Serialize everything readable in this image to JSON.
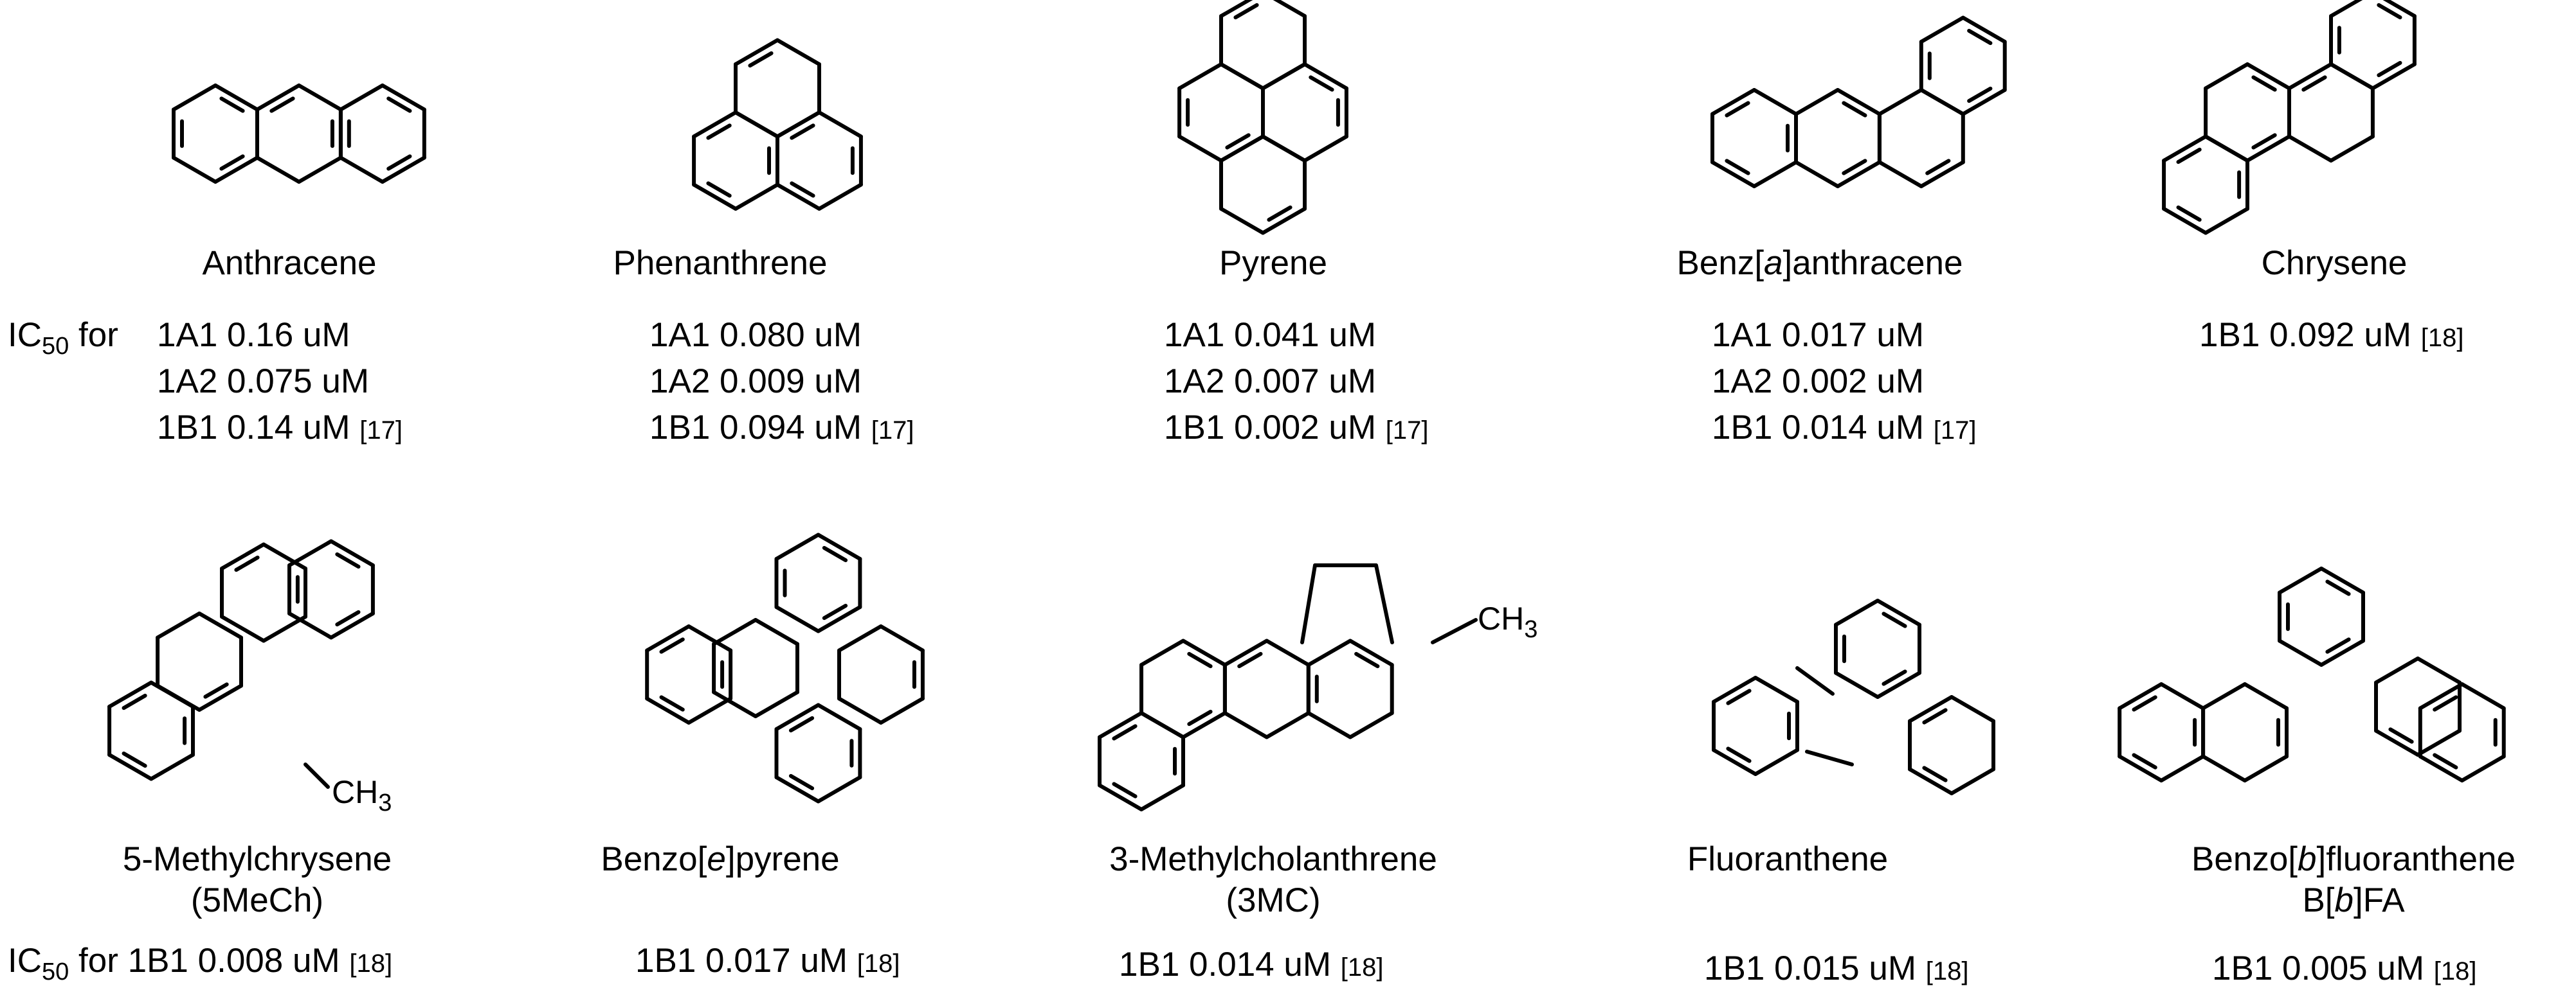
{
  "compounds": [
    {
      "name": "Anthracene",
      "label_prefix": "IC",
      "label_sub": "50",
      "label_suffix": " for ",
      "values": [
        {
          "text": "1A1 0.16 uM",
          "ref": ""
        },
        {
          "text": "1A2 0.075 uM",
          "ref": ""
        },
        {
          "text": "1B1 0.14 uM",
          "ref": "[17]"
        }
      ]
    },
    {
      "name": "Phenanthrene",
      "values": [
        {
          "text": "1A1 0.080 uM",
          "ref": ""
        },
        {
          "text": "1A2 0.009 uM",
          "ref": ""
        },
        {
          "text": "1B1 0.094 uM",
          "ref": "[17]"
        }
      ]
    },
    {
      "name": "Pyrene",
      "values": [
        {
          "text": "1A1 0.041 uM",
          "ref": ""
        },
        {
          "text": "1A2 0.007 uM",
          "ref": ""
        },
        {
          "text": "1B1 0.002 uM",
          "ref": "[17]"
        }
      ]
    },
    {
      "name_pre": "Benz[",
      "name_italic": "a",
      "name_post": "]anthracene",
      "values": [
        {
          "text": "1A1 0.017 uM",
          "ref": ""
        },
        {
          "text": "1A2 0.002 uM",
          "ref": ""
        },
        {
          "text": "1B1 0.014 uM",
          "ref": "[17]"
        }
      ]
    },
    {
      "name": "Chrysene",
      "values": [
        {
          "text": "1B1 0.092 uM",
          "ref": "[18]"
        }
      ]
    },
    {
      "name": "5-Methylchrysene",
      "abbr": "(5MeCh)",
      "substituent": "CH3",
      "label_prefix": "IC",
      "label_sub": "50",
      "label_suffix": " for ",
      "values": [
        {
          "text": "1B1 0.008 uM",
          "ref": "[18]"
        }
      ]
    },
    {
      "name_pre": "Benzo[",
      "name_italic": "e",
      "name_post": "]pyrene",
      "values": [
        {
          "text": "1B1 0.017 uM",
          "ref": "[18]"
        }
      ]
    },
    {
      "name": "3-Methylcholanthrene",
      "abbr": "(3MC)",
      "substituent": "CH3",
      "values": [
        {
          "text": "1B1 0.014 uM",
          "ref": "[18]"
        }
      ]
    },
    {
      "name": "Fluoranthene",
      "values": [
        {
          "text": "1B1 0.015 uM",
          "ref": "[18]"
        }
      ]
    },
    {
      "name_pre": "Benzo[",
      "name_italic": "b",
      "name_post": "]fluoranthene",
      "abbr_pre": "B[",
      "abbr_italic": "b",
      "abbr_post": "]FA",
      "values": [
        {
          "text": "1B1 0.005 uM",
          "ref": "[18]"
        }
      ]
    }
  ]
}
